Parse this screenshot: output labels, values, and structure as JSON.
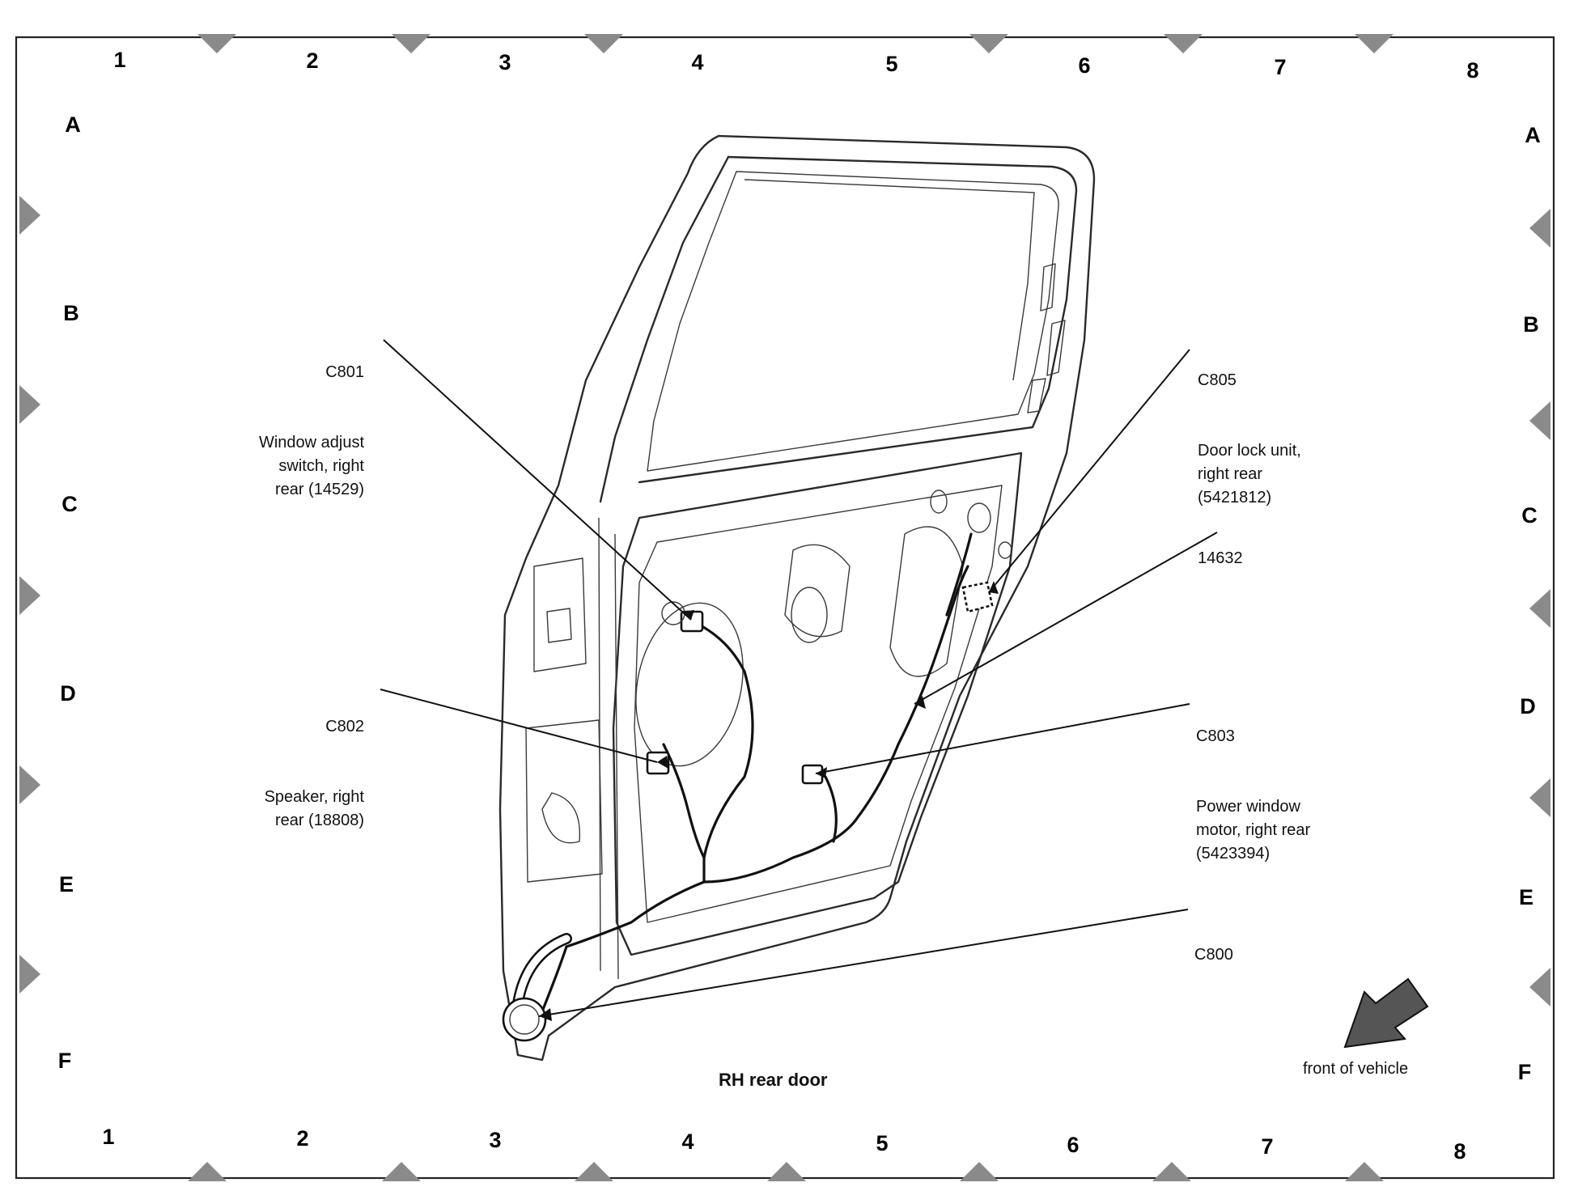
{
  "grid": {
    "columns": [
      "1",
      "2",
      "3",
      "4",
      "5",
      "6",
      "7",
      "8"
    ],
    "rows": [
      "A",
      "B",
      "C",
      "D",
      "E",
      "F"
    ]
  },
  "labels": {
    "c801": {
      "code": "C801",
      "description": "Window adjust\nswitch, right\nrear (14529)"
    },
    "c802": {
      "code": "C802",
      "description": "Speaker, right\nrear (18808)"
    },
    "c805": {
      "code": "C805",
      "description": "Door lock unit,\nright rear\n(5421812)"
    },
    "harness": {
      "code": "14632"
    },
    "c803": {
      "code": "C803",
      "description": "Power window\nmotor, right rear\n(5423394)"
    },
    "c800": {
      "code": "C800"
    }
  },
  "caption": "RH rear door",
  "orientation": {
    "label": "front of vehicle"
  },
  "colors": {
    "line": "#111111",
    "marker": "#8a8a8a",
    "arrow_fill": "#555555"
  }
}
